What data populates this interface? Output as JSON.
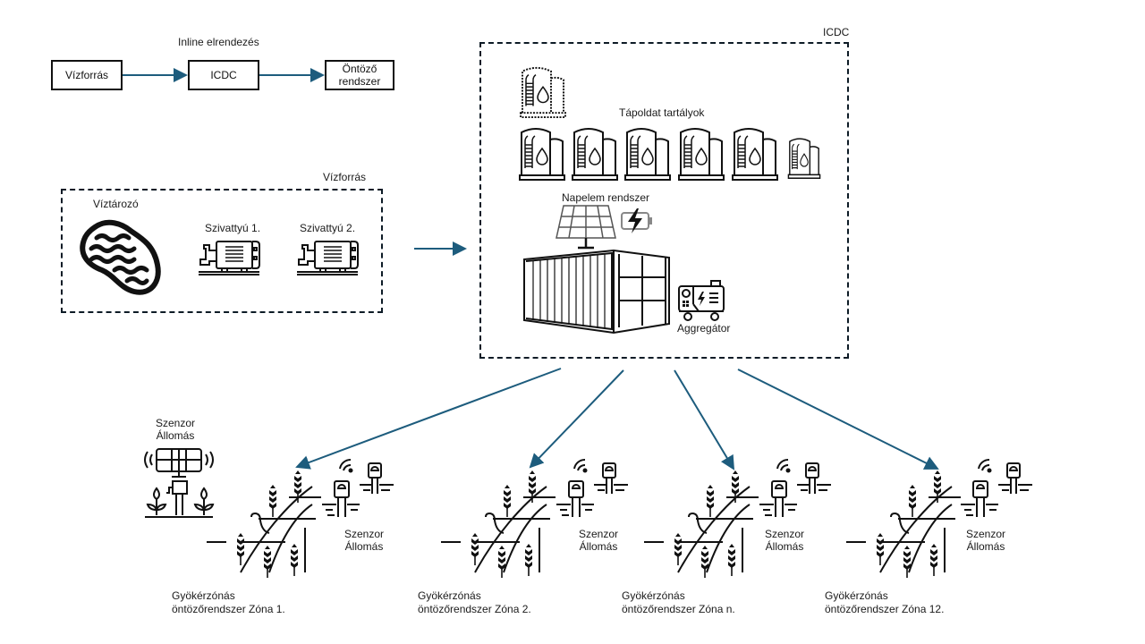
{
  "colors": {
    "arrow": "#1d5c7d",
    "line": "#111111",
    "dash": "#0d1b26"
  },
  "inline": {
    "title": "Inline elrendezés",
    "boxes": [
      "Vízforrás",
      "ICDC",
      "Öntöző rendszer"
    ]
  },
  "water_source": {
    "title": "Vízforrás",
    "reservoir_label": "Víztározó",
    "pumps": [
      "Szivattyú 1.",
      "Szivattyú 2."
    ]
  },
  "icdc": {
    "title": "ICDC",
    "tanks_label": "Tápoldat tartályok",
    "solar_label": "Napelem rendszer",
    "generator_label": "Aggregátor"
  },
  "sensor_station_main": {
    "label_line1": "Szenzor",
    "label_line2": "Állomás"
  },
  "zones": [
    {
      "line1": "Gyökérzónás",
      "line2": "öntözőrendszer Zóna 1.",
      "sensor_line1": "Szenzor",
      "sensor_line2": "Állomás"
    },
    {
      "line1": "Gyökérzónás",
      "line2": "öntözőrendszer Zóna 2.",
      "sensor_line1": "Szenzor",
      "sensor_line2": "Állomás"
    },
    {
      "line1": "Gyökérzónás",
      "line2": "öntözőrendszer Zóna n.",
      "sensor_line1": "Szenzor",
      "sensor_line2": "Állomás"
    },
    {
      "line1": "Gyökérzónás",
      "line2": "öntözőrendszer Zóna 12.",
      "sensor_line1": "Szenzor",
      "sensor_line2": "Állomás"
    }
  ]
}
